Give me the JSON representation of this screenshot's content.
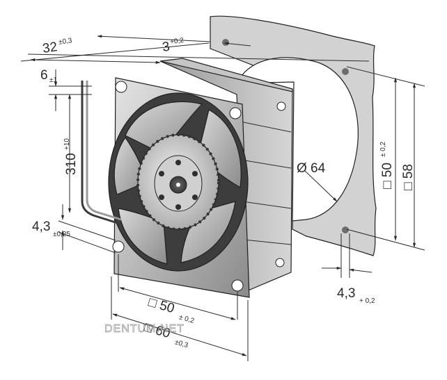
{
  "dimensions": {
    "depth": {
      "value": "32",
      "tol": "±0,3"
    },
    "flange_gap": {
      "value": "3",
      "tol": "+0,2"
    },
    "lead_strip": {
      "value": "6",
      "tol": "±1"
    },
    "lead_length": {
      "value": "310",
      "tol": "+10"
    },
    "hole_offset_left": {
      "value": "4,3",
      "tol": "±0,25"
    },
    "hole_pitch_bottom": {
      "value": "□ 50",
      "tol": "± 0,2"
    },
    "frame_bottom": {
      "value": "□ 60",
      "tol": "±0,3"
    },
    "hole_pitch_right": {
      "value": "□ 50",
      "tol": "± 0,2"
    },
    "panel_size": {
      "value": "□ 58"
    },
    "cutout_dia": {
      "value": "Ø 64"
    },
    "hole_dia_right": {
      "value": "4,3",
      "tol": "+ 0,2"
    }
  },
  "watermark": "DENTUM.NET"
}
